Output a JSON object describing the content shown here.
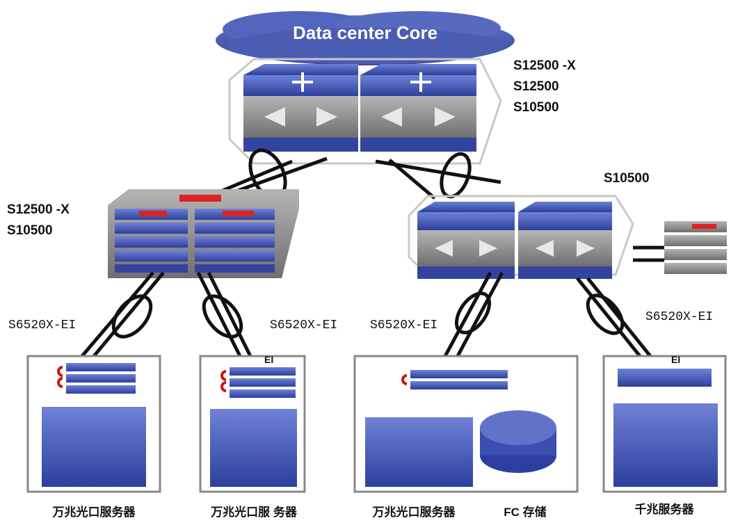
{
  "core_cloud": {
    "label": "Data center Core"
  },
  "core_models": [
    "S12500 -X",
    "S12500",
    "S10500"
  ],
  "left_agg_models": [
    "S12500 -X",
    "S10500"
  ],
  "right_agg_model": "S10500",
  "access_models": [
    "S6520X-EI",
    "S6520X-EI",
    "S6520X-EI",
    "S6520X-EI"
  ],
  "access_tags": [
    "EI",
    "EI"
  ],
  "server_groups": [
    "万兆光口服务器",
    "万兆光口服 务器",
    "万兆光口服务器",
    "FC 存储",
    "千兆服务器"
  ],
  "colors": {
    "cloud": "#4a5fb0",
    "device_blue": "#3a4fb0",
    "device_gray": "#8c8c8c",
    "link": "#111111"
  }
}
